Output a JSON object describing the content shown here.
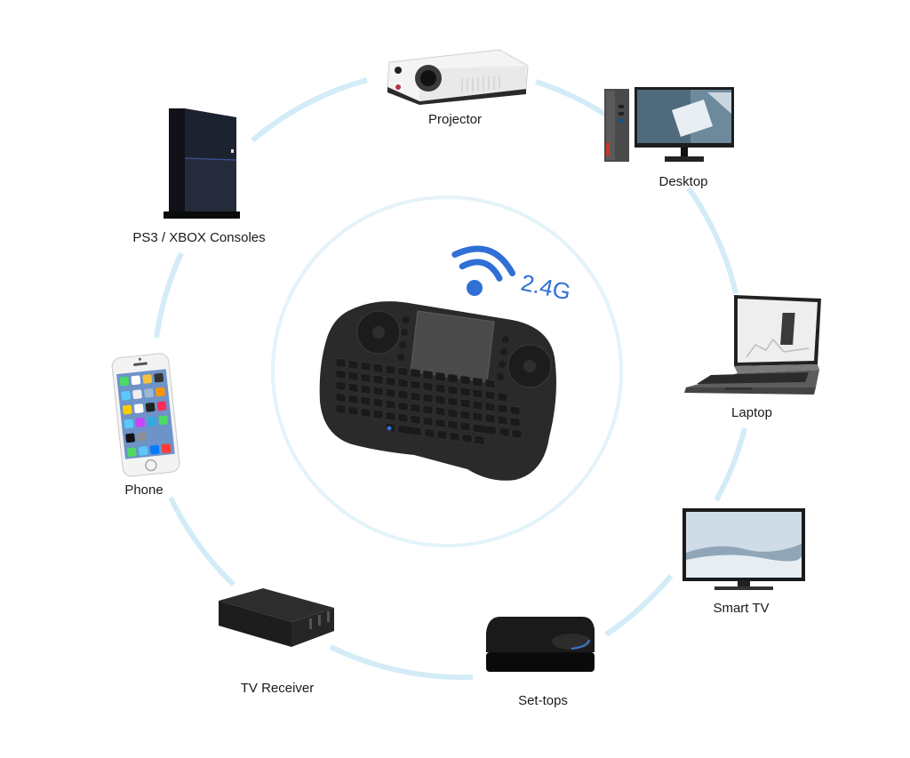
{
  "title": "Wireless 2.4G mini keyboard compatibility diagram",
  "center": {
    "device": "Mini wireless keyboard with touchpad",
    "signal_label": "2.4G",
    "signal_icon": "wifi-icon",
    "accent_color": "#2f6fd6"
  },
  "ring_color": "#d3ecf7",
  "devices": [
    {
      "id": "projector",
      "label": "Projector",
      "icon": "projector-icon"
    },
    {
      "id": "desktop",
      "label": "Desktop",
      "icon": "desktop-icon"
    },
    {
      "id": "laptop",
      "label": "Laptop",
      "icon": "laptop-icon"
    },
    {
      "id": "smart-tv",
      "label": "Smart TV",
      "icon": "tv-icon"
    },
    {
      "id": "set-tops",
      "label": "Set-tops",
      "icon": "settop-box-icon"
    },
    {
      "id": "tv-receiver",
      "label": "TV Receiver",
      "icon": "tv-receiver-icon"
    },
    {
      "id": "phone",
      "label": "Phone",
      "icon": "phone-icon"
    },
    {
      "id": "consoles",
      "label": "PS3 / XBOX Consoles",
      "icon": "game-console-icon"
    }
  ]
}
